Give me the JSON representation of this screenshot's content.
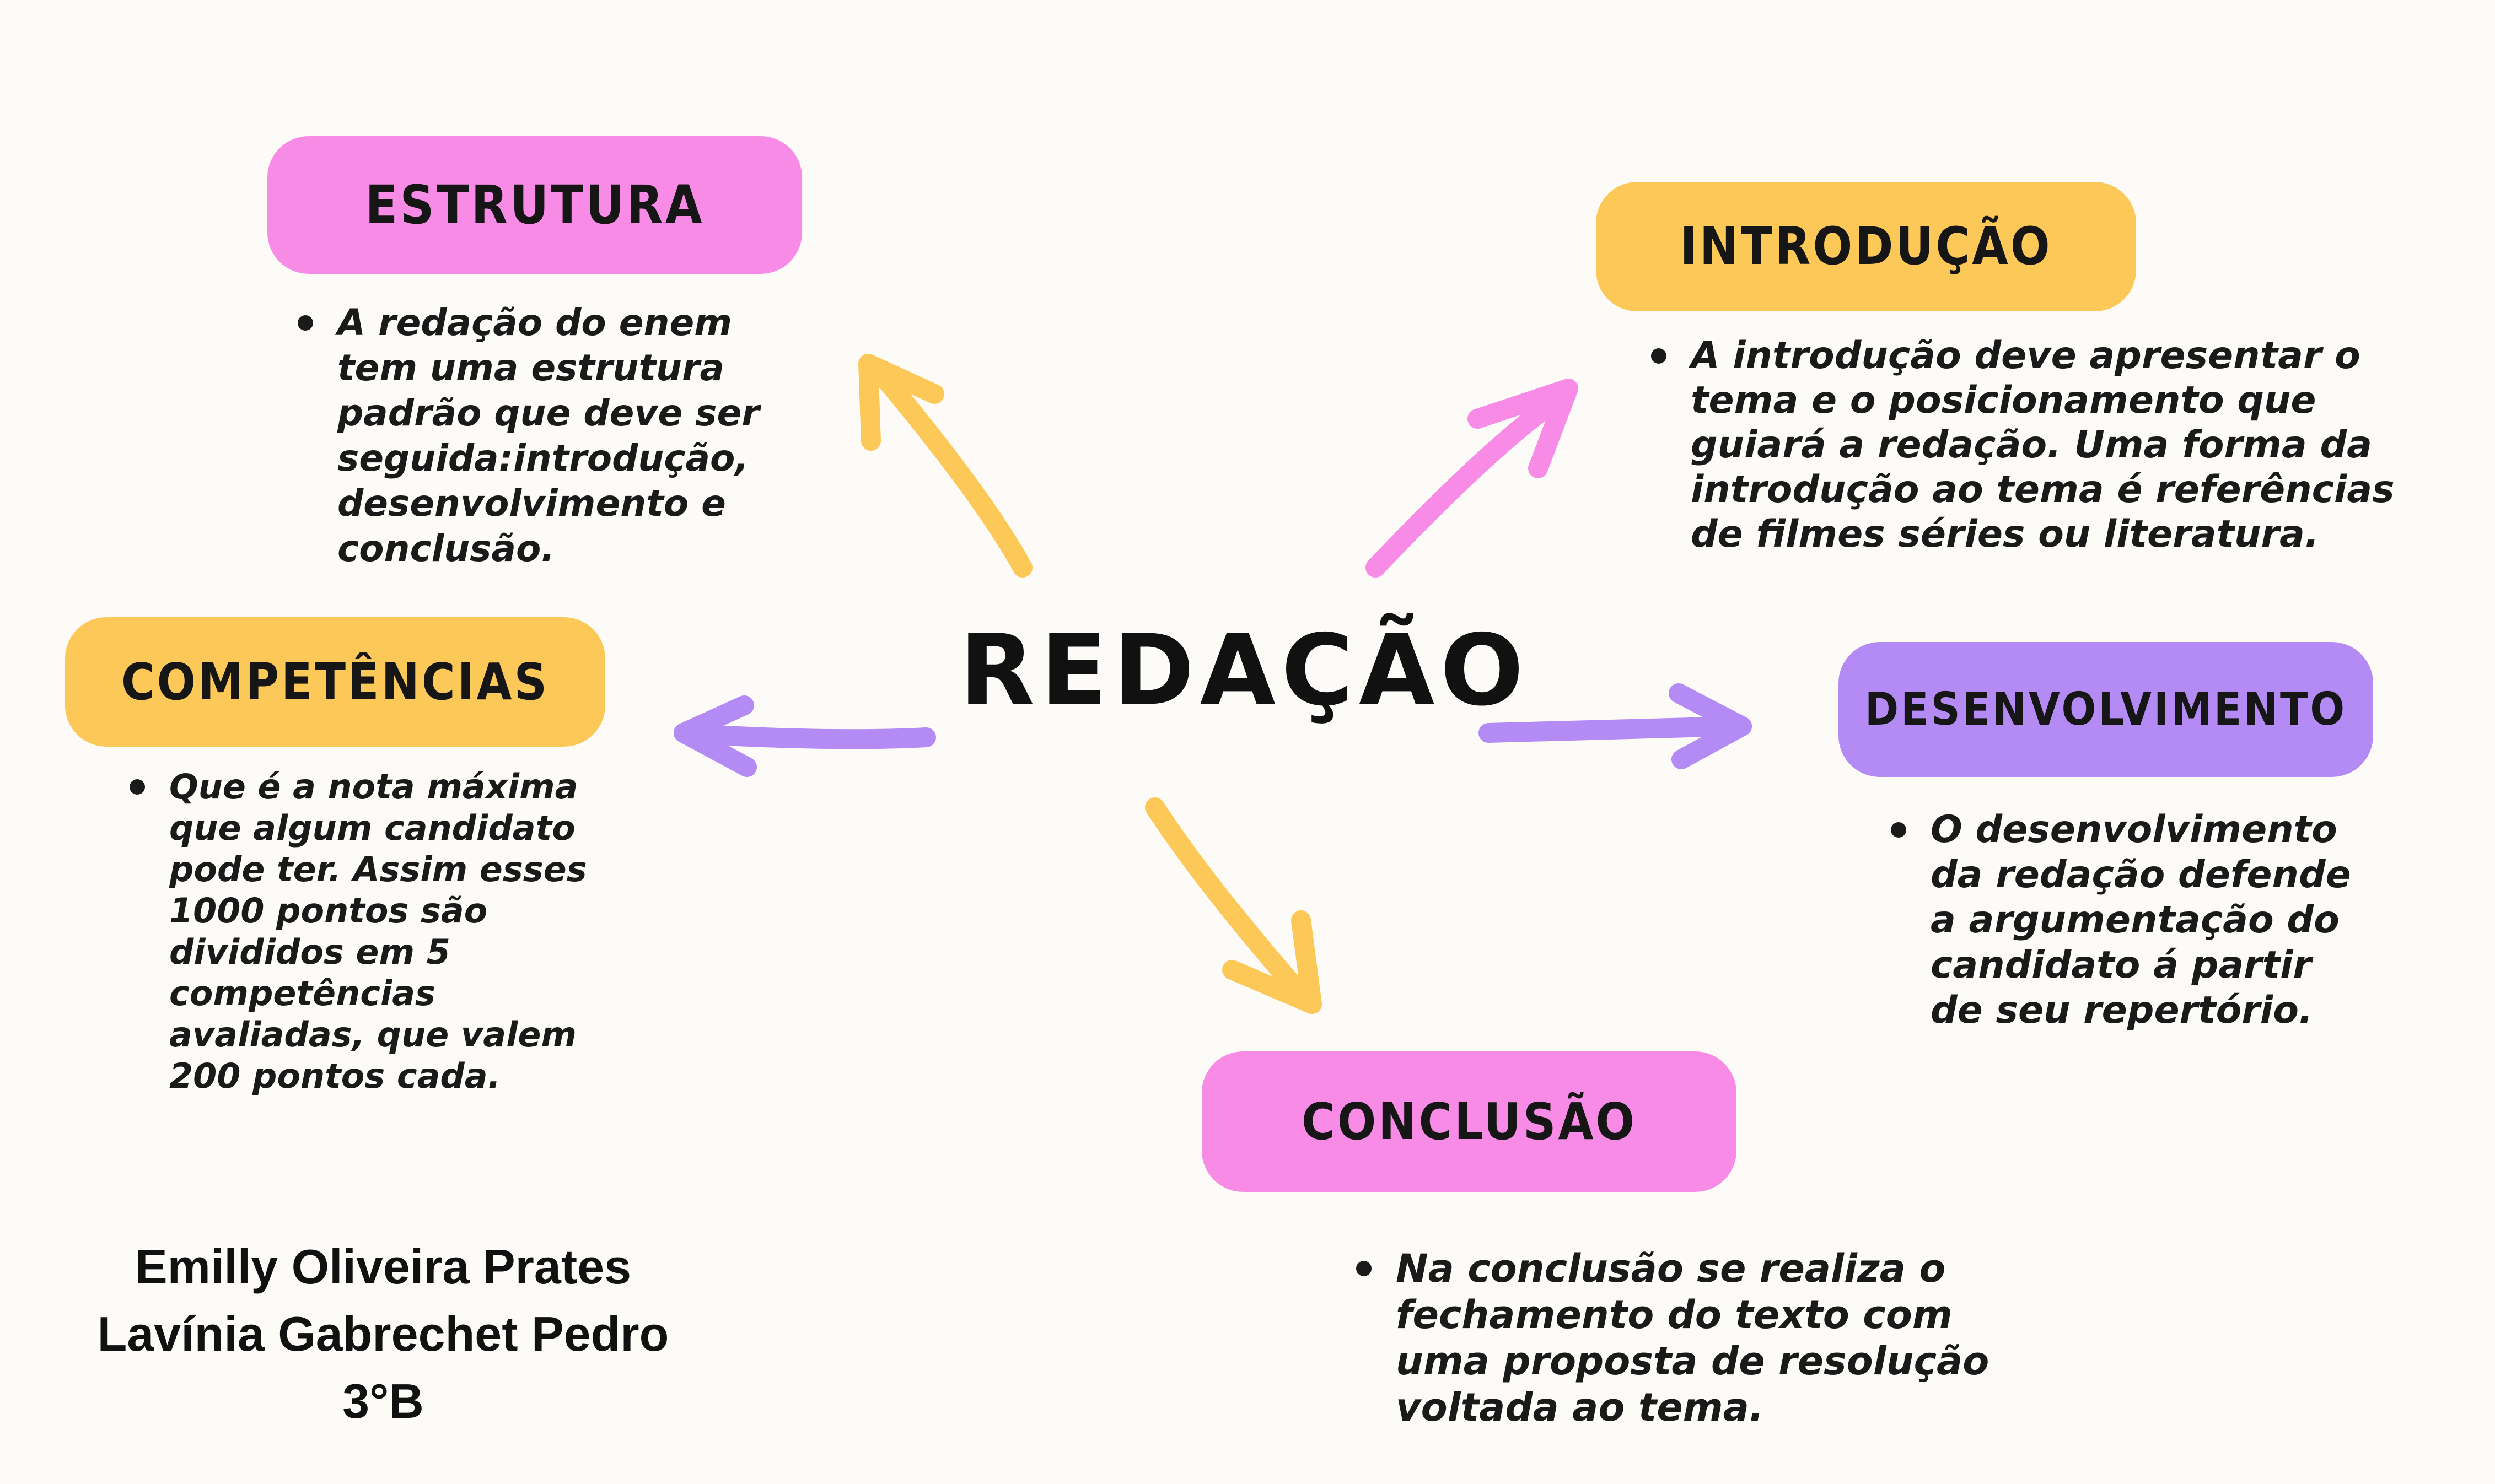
{
  "diagram": {
    "center_title": "REDAÇÃO",
    "nodes": {
      "estrutura": {
        "label": "ESTRUTURA",
        "color": "#f78be5",
        "text": "A redação do enem tem uma estrutura padrão que deve ser seguida:introdução, desenvolvimento e conclusão."
      },
      "introducao": {
        "label": "INTRODUÇÃO",
        "color": "#fcc857",
        "text": "A introdução deve apresentar o tema e o posicionamento que guiará a redação. Uma forma da introdução ao tema é referências de filmes séries ou literatura."
      },
      "competencias": {
        "label": "COMPETÊNCIAS",
        "color": "#fcc857",
        "text": "Que é a nota máxima que algum candidato pode ter. Assim esses 1000 pontos são divididos em 5 competências avaliadas, que valem 200 pontos cada."
      },
      "desenvolvimento": {
        "label": "DESENVOLVIMENTO",
        "color": "#b48af5",
        "text": "O desenvolvimento da redação defende a argumentação do candidato á partir de seu repertório."
      },
      "conclusao": {
        "label": "CONCLUSÃO",
        "color": "#f78be5",
        "text": "Na conclusão se realiza o fechamento do texto com uma proposta de resolução voltada ao tema."
      }
    },
    "arrow_colors": {
      "estrutura": "#fcc857",
      "introducao": "#f78be5",
      "competencias": "#b48af5",
      "desenvolvimento": "#b48af5",
      "conclusao": "#fcc857"
    }
  },
  "authors": {
    "line1": "Emilly Oliveira Prates",
    "line2": "Lavínia Gabrechet Pedro",
    "line3": "3°B"
  }
}
